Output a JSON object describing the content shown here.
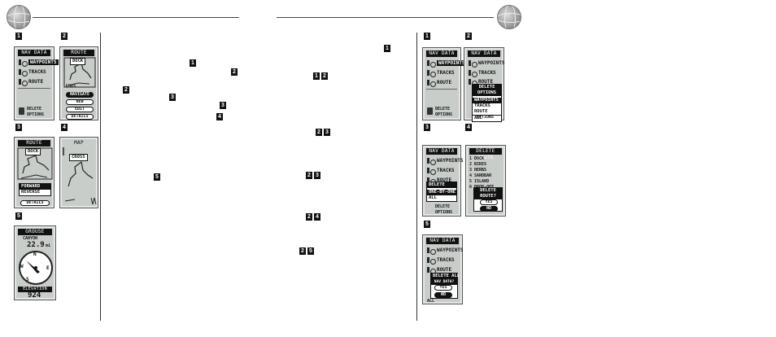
{
  "left_page": {
    "figures": [
      {
        "badge": "1"
      },
      {
        "badge": "2"
      },
      {
        "badge": "3"
      },
      {
        "badge": "4"
      },
      {
        "badge": "5"
      }
    ],
    "screen1": {
      "title": "NAV DATA",
      "items": [
        "WAYPOINTS",
        "TRACKS",
        "ROUTE"
      ],
      "footer_line1": "DELETE",
      "footer_line2": "OPTIONS"
    },
    "screen2": {
      "title": "ROUTE",
      "waypoint_label": "DOCK",
      "small_label": "BIKES",
      "buttons": [
        "NAVIGATE",
        "NEW",
        "EDIT",
        "DETAILS"
      ]
    },
    "screen3": {
      "title": "ROUTE",
      "waypoint_label": "DOCK",
      "menu": [
        "FORWARD",
        "REVERSE"
      ],
      "button": "DETAILS"
    },
    "screen4": {
      "title": "MAP",
      "waypoint_label": "CROSS"
    },
    "screen5": {
      "title": "GROUSE",
      "label_top": "CANYON",
      "distance_value": "22.9",
      "distance_unit": "mi",
      "elevation_label": "ELEVATION",
      "elevation_value": "924",
      "compass_letters": [
        "N",
        "E",
        "S",
        "W"
      ]
    },
    "text_badges": [
      {
        "a": "1"
      },
      {
        "a": "2"
      },
      {
        "a": "2"
      },
      {
        "a": "3"
      },
      {
        "a": "3"
      },
      {
        "a": "4"
      },
      {
        "a": "5"
      }
    ]
  },
  "right_page": {
    "figures": [
      {
        "badge": "1"
      },
      {
        "badge": "2"
      },
      {
        "badge": "3"
      },
      {
        "badge": "4"
      },
      {
        "badge": "5"
      }
    ],
    "screen1": {
      "title": "NAV DATA",
      "items": [
        "WAYPOINTS",
        "TRACKS",
        "ROUTE"
      ],
      "footer_line1": "DELETE",
      "footer_line2": "OPTIONS"
    },
    "screen2": {
      "title": "NAV DATA",
      "items": [
        "WAYPOINTS",
        "TRACKS",
        "ROUTE"
      ],
      "popup": [
        "DELETE",
        "OPTIONS",
        "WAYPOINTS",
        "TRACKS",
        "ROUTE",
        "ALL"
      ],
      "footer": "OPTIONS"
    },
    "screen3": {
      "title": "NAV DATA",
      "items": [
        "WAYPOINTS",
        "TRACKS",
        "ROUTE"
      ],
      "popup": [
        "DELETE",
        "ONE-BY-ONE",
        "ALL"
      ],
      "footer_line1": "DELETE",
      "footer_line2": "OPTIONS"
    },
    "screen4": {
      "title": "DELETE ROUTE",
      "list": [
        "1  DOCK",
        "2  BIKES",
        "3  HERBS",
        "4  SANDBAR",
        "5  ISLAND",
        "6  DROP-OFF"
      ],
      "dialog_line1": "DELETE",
      "dialog_line2": "ROUTE?",
      "yes": "YES",
      "no": "NO"
    },
    "screen5": {
      "title": "NAV DATA",
      "items": [
        "WAYPOINTS",
        "TRACKS",
        "ROUTE"
      ],
      "dialog_line1": "DELETE ALL",
      "dialog_line2": "NAV DATA?",
      "yes": "YES",
      "no": "NO",
      "footer": "ALL"
    },
    "text_badges": [
      {
        "a": "1"
      },
      {
        "a": "1"
      },
      {
        "b": "2"
      },
      {
        "a": "2"
      },
      {
        "b": "3"
      },
      {
        "a": "2"
      },
      {
        "b": "3"
      },
      {
        "a": "2"
      },
      {
        "b": "4"
      },
      {
        "a": "2"
      },
      {
        "b": "5"
      }
    ]
  }
}
